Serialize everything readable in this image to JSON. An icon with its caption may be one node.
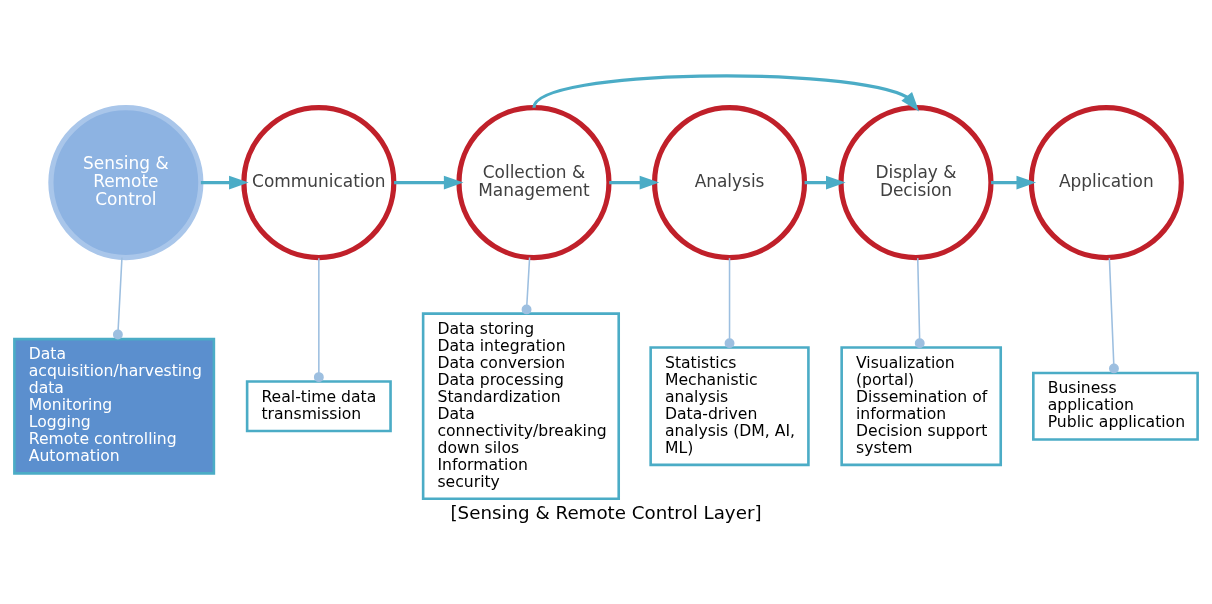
{
  "diagram": {
    "caption": "[Sensing & Remote Control Layer]",
    "nodes": [
      {
        "text": [
          "Sensing & Remote Control"
        ]
      },
      {
        "text": [
          "Communication"
        ]
      },
      {
        "text": [
          "Collection & Management"
        ]
      },
      {
        "text": [
          "Analysis"
        ]
      },
      {
        "text": [
          "Display & Decision"
        ]
      },
      {
        "text": [
          "Application"
        ]
      },
      {
        "text": [
          "Data acquisition/harvesting data",
          "Monitoring",
          "Logging",
          "Remote controlling",
          "Automation"
        ]
      },
      {
        "text": [
          "Real-time data transmission"
        ]
      },
      {
        "text": [
          "Data storing",
          "Data integration",
          "Data conversion",
          "Data processing",
          "Standardization",
          "Data connectivity/breaking down silos",
          "Information security"
        ]
      },
      {
        "text": [
          "Statistics",
          "Mechanistic analysis",
          "Data-driven analysis (DM, AI, ML)"
        ]
      },
      {
        "text": [
          "Visualization (portal)",
          "Dissemination of information",
          "Decision support system"
        ]
      },
      {
        "text": [
          "Business application",
          "Public application"
        ]
      }
    ],
    "edges": [
      {
        "from": 0,
        "to": 1,
        "arrow": "to"
      },
      {
        "from": 1,
        "to": 2,
        "arrow": "to"
      },
      {
        "from": 2,
        "to": 3,
        "arrow": "to"
      },
      {
        "from": 3,
        "to": 4,
        "arrow": "to"
      },
      {
        "from": 4,
        "to": 5,
        "arrow": "to"
      },
      {
        "from": 2,
        "to": 4,
        "arrow": "to"
      },
      {
        "from": 0,
        "to": 6,
        "arrow": "other"
      },
      {
        "from": 1,
        "to": 7,
        "arrow": "other"
      },
      {
        "from": 2,
        "to": 8,
        "arrow": "other"
      },
      {
        "from": 3,
        "to": 9,
        "arrow": "other"
      },
      {
        "from": 4,
        "to": 10,
        "arrow": "other"
      },
      {
        "from": 5,
        "to": 11,
        "arrow": "other"
      }
    ]
  }
}
